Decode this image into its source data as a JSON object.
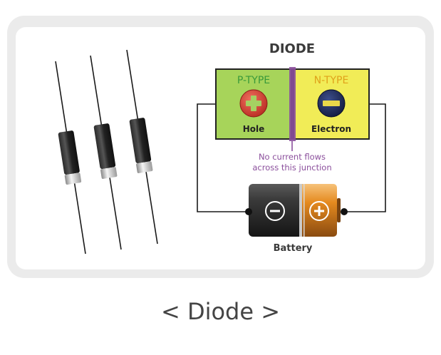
{
  "diagram": {
    "title": "DIODE",
    "p_type": {
      "label": "P-TYPE",
      "carrier": "Hole",
      "sign": "+"
    },
    "n_type": {
      "label": "N-TYPE",
      "carrier": "Electron",
      "sign": "−"
    },
    "junction_note_line1": "No current flows",
    "junction_note_line2": "across this junction",
    "battery_label": "Battery"
  },
  "caption": "< Diode >",
  "colors": {
    "p_region": "#a7d45a",
    "n_region": "#f1ec57",
    "p_label": "#3a9a3a",
    "n_label": "#e0a21a",
    "junction": "#8b4f9c",
    "hole": "#d93a2f",
    "electron": "#1e2a5c"
  }
}
